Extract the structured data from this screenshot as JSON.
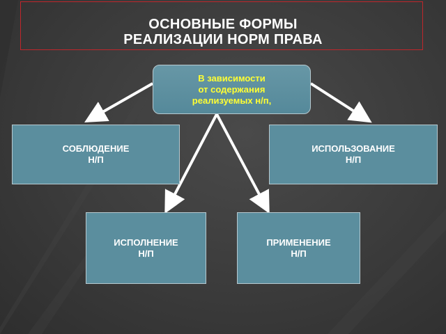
{
  "title": {
    "line1": "ОСНОВНЫЕ ФОРМЫ",
    "line2": "РЕАЛИЗАЦИИ НОРМ ПРАВА"
  },
  "center": {
    "line1": "В зависимости",
    "line2": "от содержания",
    "line3": "реализуемых н/п,"
  },
  "forms": {
    "observe": {
      "line1": "СОБЛЮДЕНИЕ",
      "line2": "Н/П"
    },
    "use": {
      "line1": "ИСПОЛЬЗОВАНИЕ",
      "line2": "Н/П"
    },
    "execute": {
      "line1": "ИСПОЛНЕНИЕ",
      "line2": "Н/П"
    },
    "apply": {
      "line1": "ПРИМЕНЕНИЕ",
      "line2": "Н/П"
    }
  },
  "colors": {
    "background": "#3b3b3b",
    "box_fill": "#5b8e9e",
    "box_border": "#b7c9cf",
    "center_text": "#ffff33",
    "title_frame": "#c0262b",
    "arrow": "#ffffff"
  }
}
